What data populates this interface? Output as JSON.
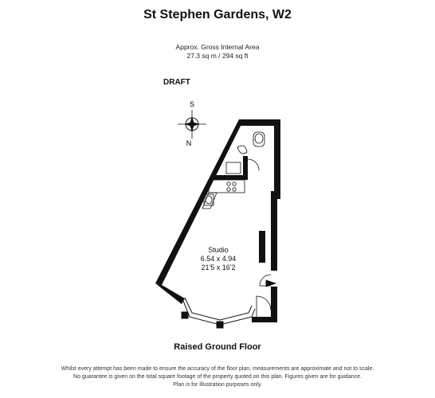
{
  "title": "St Stephen Gardens, W2",
  "area": {
    "label": "Approx. Gross Internal Area",
    "value": "27.3 sq m / 294 sq ft"
  },
  "stamp": "DRAFT",
  "compass": {
    "north": "N",
    "south": "S"
  },
  "room": {
    "name": "Studio",
    "metric": "6.54 x 4.94",
    "imperial": "21'5 x 16'2"
  },
  "floor_label": "Raised Ground Floor",
  "disclaimer": [
    "Whilst every attempt has been made to ensure the accuracy of the floor plan, measurements are approximate and not to scale.",
    "No guarantee is given on the total square footage of the property quoted on this plan. Figures given are for guidance.",
    "Plan is for illustration purposes only."
  ]
}
